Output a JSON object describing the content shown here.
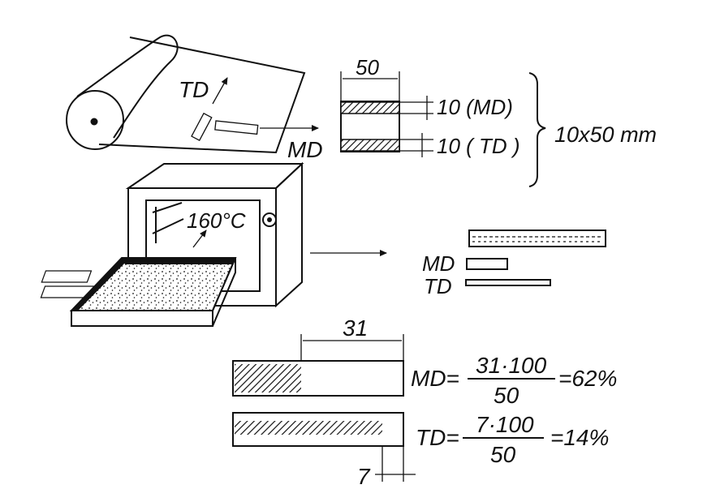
{
  "film": {
    "td_label": "TD",
    "md_label": "MD"
  },
  "specimen": {
    "width_label": "50",
    "md_strip_label": "10 (MD)",
    "td_strip_label": "10 ( TD )",
    "size_label": "10x50 mm"
  },
  "oven": {
    "temperature": "160°C"
  },
  "result": {
    "md_label": "MD",
    "td_label": "TD"
  },
  "calc_md": {
    "shrink_length": "31",
    "label": "MD=",
    "numerator": "31·100",
    "denominator": "50",
    "result": "=62%"
  },
  "calc_td": {
    "shrink_length": "7",
    "label": "TD=",
    "numerator": "7·100",
    "denominator": "50",
    "result": "=14%"
  },
  "colors": {
    "ink": "#111111",
    "paper": "#ffffff"
  }
}
